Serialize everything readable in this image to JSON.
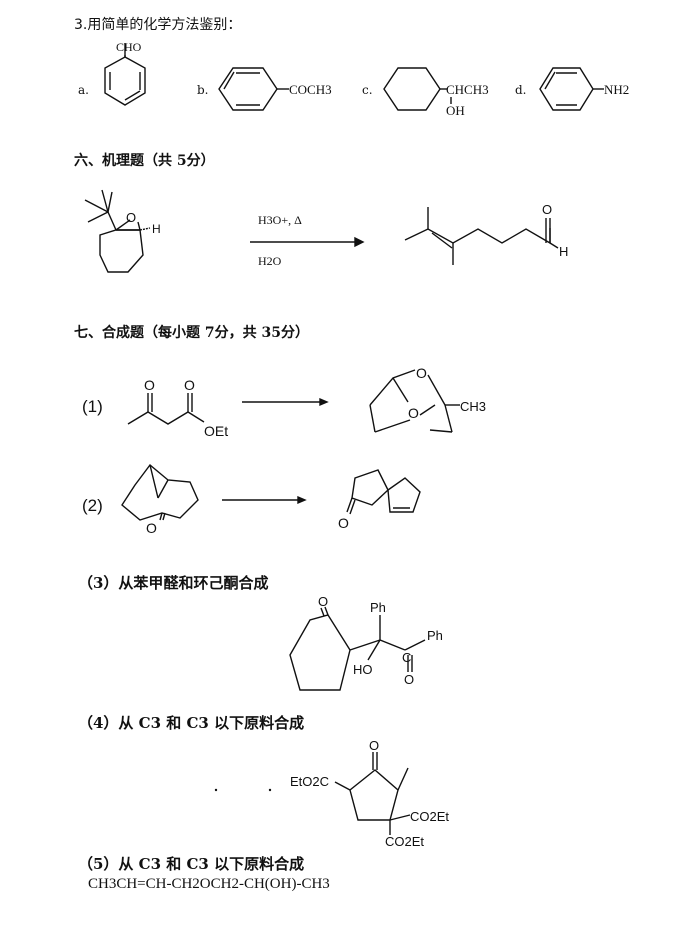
{
  "q3": {
    "title": "3.用简单的化学方法鉴别：",
    "items": [
      {
        "label": "a.",
        "group": "CHO"
      },
      {
        "label": "b.",
        "group": "COCH3"
      },
      {
        "label": "c.",
        "group": "CHCH3",
        "sub": "OH"
      },
      {
        "label": "d.",
        "group": "NH2"
      }
    ]
  },
  "section6": {
    "heading": "六、机理题（共 5分）",
    "reagent_top": "H3O+, Δ",
    "reagent_bottom": "H2O",
    "atoms": {
      "epoxide_o": "O",
      "h": "H",
      "aldehyde_o": "O",
      "aldehyde_h": "H"
    }
  },
  "section7": {
    "heading": "七、合成题（每小题 7分，共 35分）",
    "p1": {
      "num": "(1)",
      "ketone_o": "O",
      "ester_o": "O",
      "oet": "OEt",
      "product_o1": "O",
      "product_o2": "O",
      "ch3": "CH3"
    },
    "p2": {
      "num": "(2)",
      "start_o": "O",
      "product_o": "O"
    },
    "p3": {
      "text": "（3）从苯甲醛和环己酮合成",
      "o1": "O",
      "ph1": "Ph",
      "ph2": "Ph",
      "ho": "HO",
      "c": "C",
      "o2": "O"
    },
    "p4": {
      "text": "（4）从 C3 和 C3 以下原料合成",
      "o": "O",
      "eto2c": "EtO2C",
      "co2et1": "CO2Et",
      "co2et2": "CO2Et"
    },
    "p5": {
      "text": "（5）从 C3 和 C3 以下原料合成",
      "formula": "CH3CH=CH-CH2OCH2-CH(OH)-CH3"
    }
  }
}
